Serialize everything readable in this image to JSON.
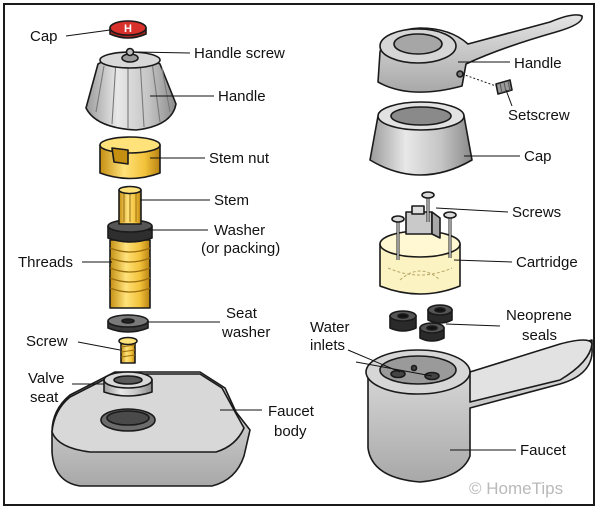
{
  "labels": {
    "cap_left": "Cap",
    "handle_screw": "Handle screw",
    "handle_left": "Handle",
    "stem_nut": "Stem nut",
    "stem": "Stem",
    "washer": [
      "Washer",
      "(or packing)"
    ],
    "threads": "Threads",
    "seat_washer": [
      "Seat",
      "washer"
    ],
    "screw": "Screw",
    "valve_seat": [
      "Valve",
      "seat"
    ],
    "faucet_body": [
      "Faucet",
      "body"
    ],
    "handle_right": "Handle",
    "setscrew": "Setscrew",
    "cap_right": "Cap",
    "screws": "Screws",
    "cartridge": "Cartridge",
    "water_inlets": [
      "Water",
      "inlets"
    ],
    "neoprene_seals": [
      "Neoprene",
      "seals"
    ],
    "faucet": "Faucet"
  },
  "cap_letter": "H",
  "watermark": "© HomeTips",
  "colors": {
    "steel_light": "#e6e6e6",
    "steel": "#bfbfbf",
    "steel_dark": "#8a8a8a",
    "brass": "#f2c23a",
    "brass_dark": "#c58f12",
    "rubber": "#2e2e2e",
    "cap_red": "#d8302b",
    "cartridge": "#fbf3c2"
  }
}
